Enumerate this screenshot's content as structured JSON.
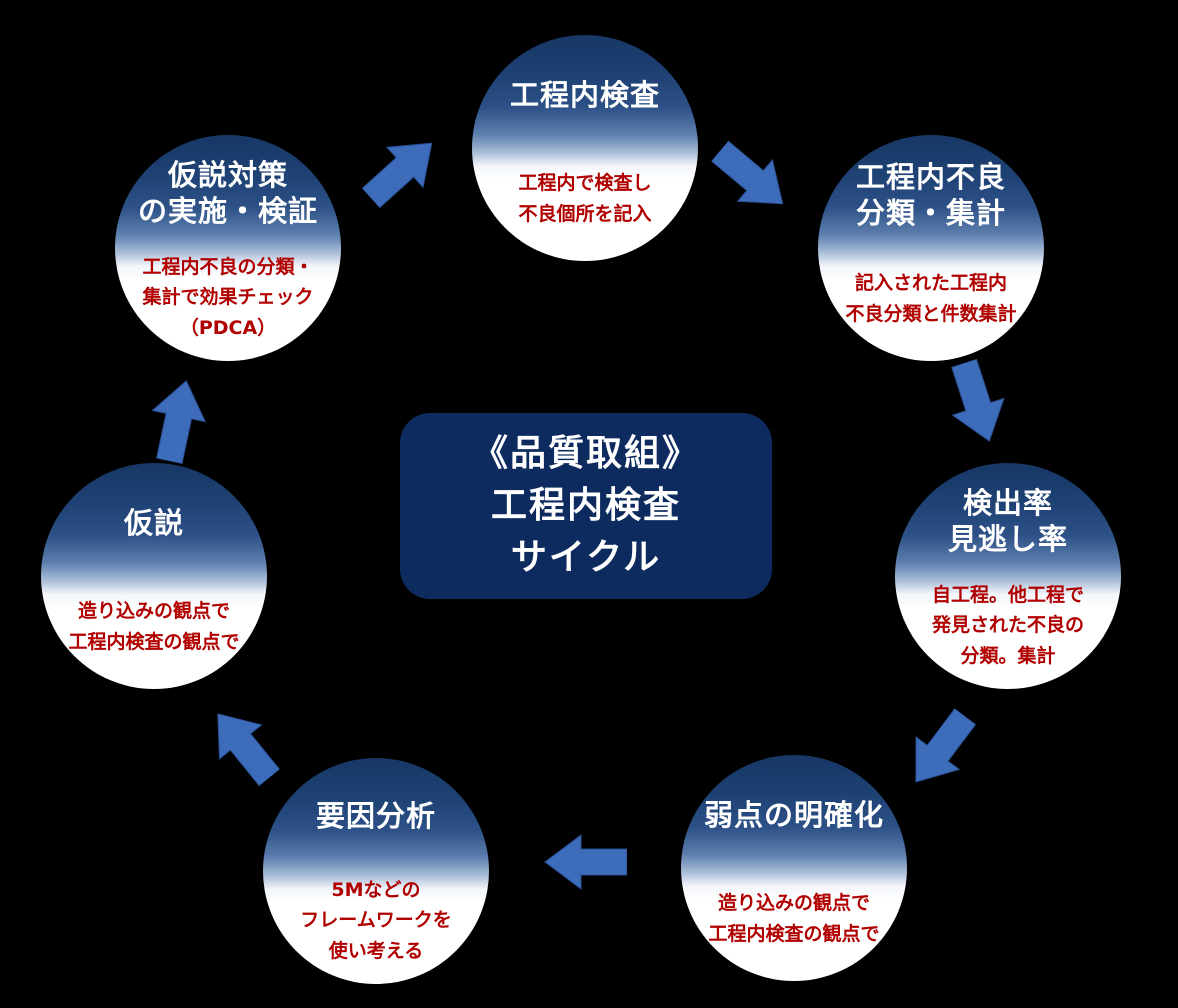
{
  "title": "《品質取組》工程内検査サイクル",
  "center": {
    "text": "《品質取組》\n工程内検査\nサイクル"
  },
  "nodes": [
    {
      "title": "工程内検査",
      "desc": "工程内で検査し\n不良個所を記入"
    },
    {
      "title": "工程内不良\n分類・集計",
      "desc": "記入された工程内\n不良分類と件数集計"
    },
    {
      "title": "検出率\n見逃し率",
      "desc": "自工程。他工程で\n発見された不良の\n分類。集計"
    },
    {
      "title": "弱点の明確化",
      "desc": "造り込みの観点で\n工程内検査の観点で"
    },
    {
      "title": "要因分析",
      "desc": "5Mなどの\nフレームワークを\n使い考える"
    },
    {
      "title": "仮説",
      "desc": "造り込みの観点で\n工程内検査の観点で"
    },
    {
      "title": "仮説対策\nの実施・検証",
      "desc": "工程内不良の分類・\n集計で効果チェック\n（PDCA）"
    }
  ],
  "colors": {
    "background": "#000000",
    "center_box": "#0d2b5e",
    "circle_top_blue": "#173765",
    "circle_bottom": "#ffffff",
    "arrow_fill": "#3d6cba",
    "title_text": "#ffffff",
    "desc_text": "#b00000"
  }
}
